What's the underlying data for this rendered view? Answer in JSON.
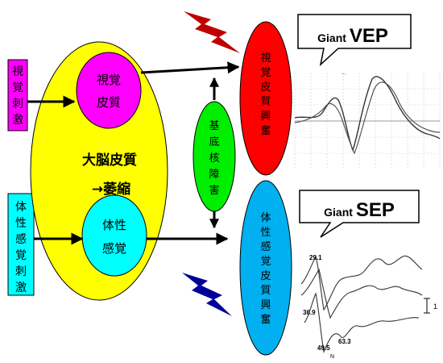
{
  "stimulus": {
    "visual_stimulus": [
      "視",
      "覚",
      "刺",
      "激"
    ],
    "somatosensory_stimulus": [
      "体",
      "性",
      "感",
      "覚",
      "刺",
      "激"
    ]
  },
  "brain": {
    "cortex_line1": "大脳皮質",
    "cortex_line2": "→萎縮",
    "visual_cortex_line1": "視覚",
    "visual_cortex_line2": "皮質",
    "somatosensory_cortex_line1": "体性",
    "somatosensory_cortex_line2": "感覚"
  },
  "basal_ganglia": [
    "基",
    "底",
    "核",
    "障",
    "害"
  ],
  "visual_excitation": [
    "視",
    "覚",
    "皮",
    "質",
    "興",
    "奮"
  ],
  "somatosensory_excitation": [
    "体",
    "性",
    "感",
    "覚",
    "皮",
    "質",
    "興",
    "奮"
  ],
  "vep_callout": {
    "prefix": "Giant ",
    "suffix": "VEP"
  },
  "sep_callout": {
    "prefix": "Giant ",
    "suffix": "SEP"
  },
  "sep_labels": {
    "peak_top": "29.1",
    "peak_a": "36.9",
    "peak_b": "49.5",
    "peak_c": "63.3",
    "peak_n": "N",
    "scale": "1"
  },
  "colors": {
    "cortex_yellow": "#ffff00",
    "visual_magenta": "#ff00ff",
    "soma_cyan": "#00ffff",
    "basal_green": "#00ee00",
    "visual_red": "#ff0000",
    "soma_blue": "#00b0f0",
    "bolt_red": "#c00000",
    "bolt_blue": "#000099"
  }
}
